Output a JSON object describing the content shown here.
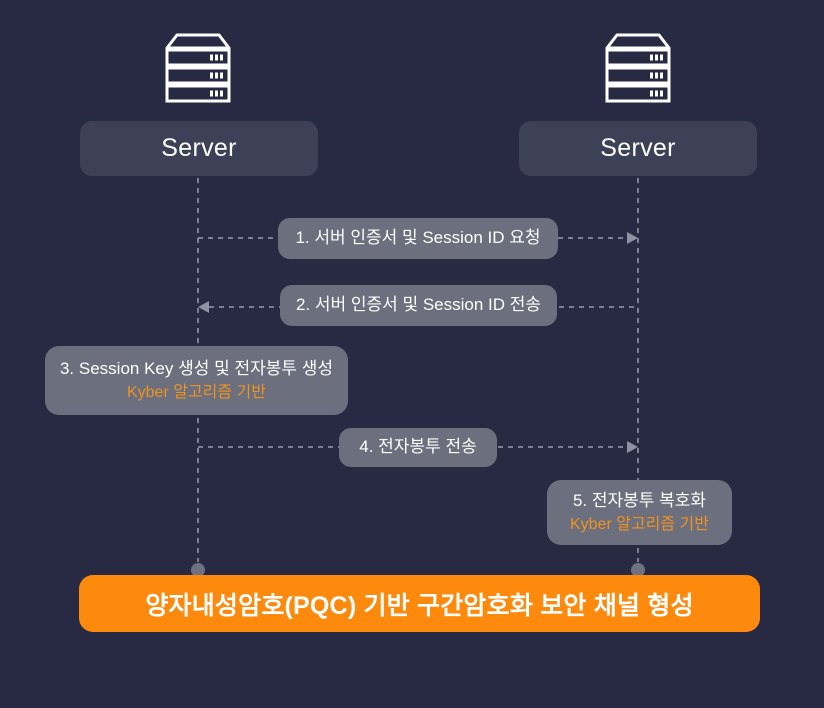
{
  "diagram": {
    "actors": [
      {
        "label": "Server",
        "side": "left"
      },
      {
        "label": "Server",
        "side": "right"
      }
    ],
    "messages": [
      {
        "label": "1. 서버 인증서 및 Session ID 요청",
        "direction": "left-to-right"
      },
      {
        "label": "2. 서버 인증서 및 Session ID 전송",
        "direction": "right-to-left"
      },
      {
        "label": "3. Session Key 생성 및 전자봉투 생성",
        "sublabel": "Kyber 알고리즘 기반",
        "direction": "self-left"
      },
      {
        "label": "4. 전자봉투 전송",
        "direction": "left-to-right"
      },
      {
        "label": "5. 전자봉투 복호화",
        "sublabel": "Kyber 알고리즘 기반",
        "direction": "self-right"
      }
    ],
    "banner": {
      "label": "양자내성암호(PQC) 기반 구간암호화 보안 채널 형성"
    }
  },
  "icons": [
    {
      "name": "server-icon",
      "count": 2
    }
  ],
  "colors": {
    "background": "#282a44",
    "actor_box": "#3d4158",
    "message_box": "#6b6f7e",
    "banner_background": "#fd8a0d",
    "highlight_text": "#f0931f",
    "dashed_line": "#979cae",
    "arrowhead": "#8e93a4",
    "endpoint_dot": "#6e7280",
    "text": "#ffffff"
  }
}
